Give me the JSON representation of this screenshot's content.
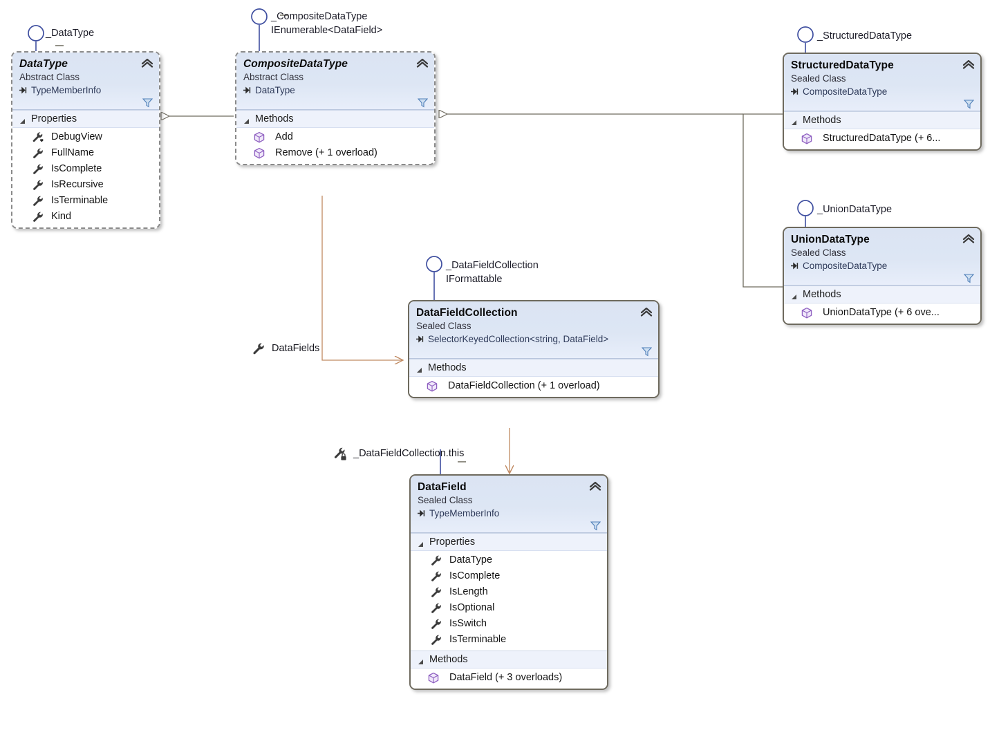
{
  "diagram": {
    "title": "Class Diagram",
    "colors": {
      "header_gradient_top": "#dbe4f3",
      "header_gradient_bottom": "#e8eefa",
      "compartment_header_bg": "#eef2fb",
      "border_solid": "#6e6a5e",
      "border_dashed": "#8a8a8a",
      "inheritance_line": "#6e6a5e",
      "association_line": "#c08a62",
      "lollipop_stroke": "#3f4fa0",
      "method_icon": "#8e5fc0",
      "property_icon": "#3b3b3b"
    }
  },
  "classes": [
    {
      "id": "data-type",
      "name": "DataType",
      "kind": "Abstract Class",
      "base": "TypeMemberInfo",
      "interface_labels": [
        "_DataType"
      ],
      "border": "dashed",
      "compartments": [
        {
          "label": "Properties",
          "members": [
            {
              "name": "DebugView",
              "icon": "property-debug-icon"
            },
            {
              "name": "FullName",
              "icon": "property-icon"
            },
            {
              "name": "IsComplete",
              "icon": "property-icon"
            },
            {
              "name": "IsRecursive",
              "icon": "property-icon"
            },
            {
              "name": "IsTerminable",
              "icon": "property-icon"
            },
            {
              "name": "Kind",
              "icon": "property-icon"
            }
          ]
        }
      ]
    },
    {
      "id": "composite-data-type",
      "name": "CompositeDataType",
      "kind": "Abstract Class",
      "base": "DataType",
      "interface_labels": [
        "_CompositeDataType",
        "IEnumerable<DataField>"
      ],
      "border": "dashed",
      "compartments": [
        {
          "label": "Methods",
          "members": [
            {
              "name": "Add",
              "icon": "method-icon"
            },
            {
              "name": "Remove (+ 1 overload)",
              "icon": "method-icon"
            }
          ]
        }
      ]
    },
    {
      "id": "structured-data-type",
      "name": "StructuredDataType",
      "kind": "Sealed Class",
      "base": "CompositeDataType",
      "interface_labels": [
        "_StructuredDataType"
      ],
      "border": "solid",
      "compartments": [
        {
          "label": "Methods",
          "members": [
            {
              "name": "StructuredDataType  (+  6...",
              "icon": "method-icon"
            }
          ]
        }
      ]
    },
    {
      "id": "union-data-type",
      "name": "UnionDataType",
      "kind": "Sealed Class",
      "base": "CompositeDataType",
      "interface_labels": [
        "_UnionDataType"
      ],
      "border": "solid",
      "compartments": [
        {
          "label": "Methods",
          "members": [
            {
              "name": "UnionDataType (+ 6 ove...",
              "icon": "method-icon"
            }
          ]
        }
      ]
    },
    {
      "id": "data-field-collection",
      "name": "DataFieldCollection",
      "kind": "Sealed Class",
      "base": "SelectorKeyedCollection<string, DataField>",
      "interface_labels": [
        "_DataFieldCollection",
        "IFormattable"
      ],
      "border": "solid",
      "compartments": [
        {
          "label": "Methods",
          "members": [
            {
              "name": "DataFieldCollection (+ 1 overload)",
              "icon": "method-icon"
            }
          ]
        }
      ]
    },
    {
      "id": "data-field",
      "name": "DataField",
      "kind": "Sealed Class",
      "base": "TypeMemberInfo",
      "interface_labels": [],
      "border": "solid",
      "compartments": [
        {
          "label": "Properties",
          "members": [
            {
              "name": "DataType",
              "icon": "property-icon"
            },
            {
              "name": "IsComplete",
              "icon": "property-icon"
            },
            {
              "name": "IsLength",
              "icon": "property-icon"
            },
            {
              "name": "IsOptional",
              "icon": "property-icon"
            },
            {
              "name": "IsSwitch",
              "icon": "property-icon"
            },
            {
              "name": "IsTerminable",
              "icon": "property-icon"
            }
          ]
        },
        {
          "label": "Methods",
          "members": [
            {
              "name": "DataField (+ 3 overloads)",
              "icon": "method-icon"
            }
          ]
        }
      ]
    }
  ],
  "association_labels": [
    {
      "id": "data-fields",
      "text": "DataFields",
      "icon": "property-icon"
    },
    {
      "id": "data-field-collection-this",
      "text": "_DataFieldCollection.this",
      "icon": "property-private-icon"
    }
  ],
  "relationships": [
    {
      "from": "CompositeDataType",
      "to": "DataType",
      "type": "inheritance"
    },
    {
      "from": "StructuredDataType",
      "to": "CompositeDataType",
      "type": "inheritance"
    },
    {
      "from": "UnionDataType",
      "to": "CompositeDataType",
      "type": "inheritance"
    },
    {
      "from": "CompositeDataType",
      "to": "DataFieldCollection",
      "type": "association",
      "label": "DataFields"
    },
    {
      "from": "DataFieldCollection",
      "to": "DataField",
      "type": "association",
      "label": "_DataFieldCollection.this"
    }
  ]
}
